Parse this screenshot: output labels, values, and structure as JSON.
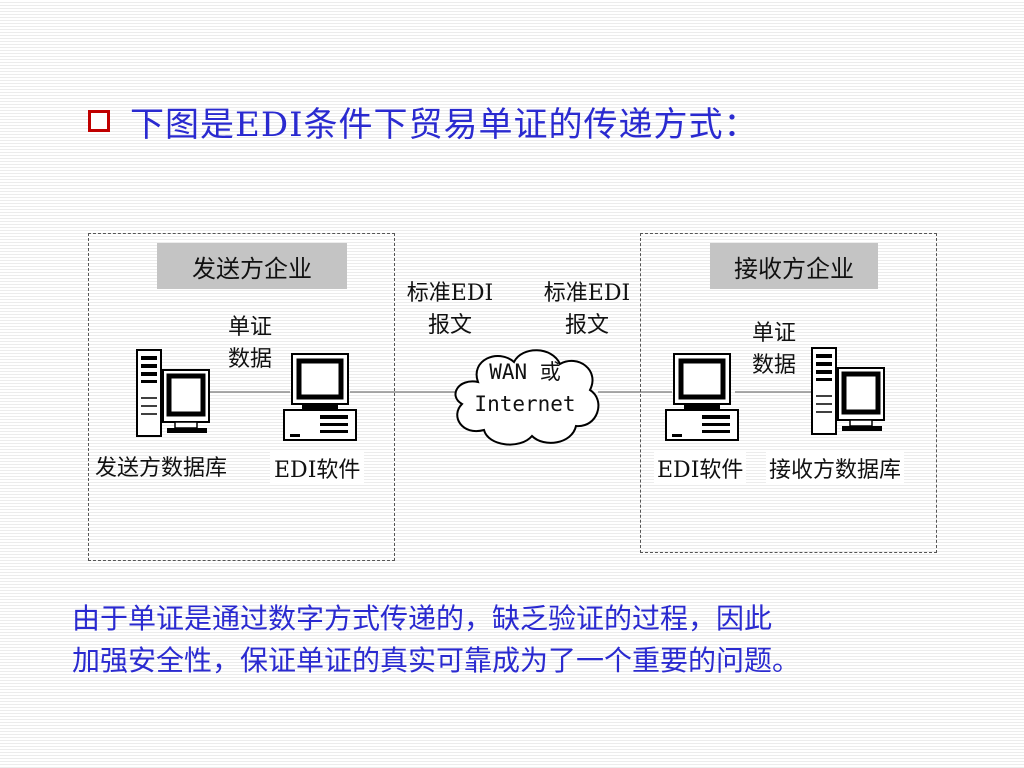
{
  "title": "下图是EDI条件下贸易单证的传递方式：",
  "sender": {
    "enterprise": "发送方企业",
    "doc_label_line1": "单证",
    "doc_label_line2": "数据",
    "database_label": "发送方数据库",
    "software_label": "EDI软件"
  },
  "receiver": {
    "enterprise": "接收方企业",
    "doc_label_line1": "单证",
    "doc_label_line2": "数据",
    "database_label": "接收方数据库",
    "software_label": "EDI软件"
  },
  "network": {
    "left_msg_line1": "标准EDI",
    "left_msg_line2": "报文",
    "right_msg_line1": "标准EDI",
    "right_msg_line2": "报文",
    "cloud_line1": "WAN 或",
    "cloud_line2": "Internet"
  },
  "note": {
    "line1": "由于单证是通过数字方式传递的，缺乏验证的过程，因此",
    "line2": "加强安全性，保证单证的真实可靠成为了一个重要的问题。"
  },
  "colors": {
    "title": "#2a2ad0",
    "bullet": "#c00000",
    "label_bg": "#c4c4c4"
  }
}
